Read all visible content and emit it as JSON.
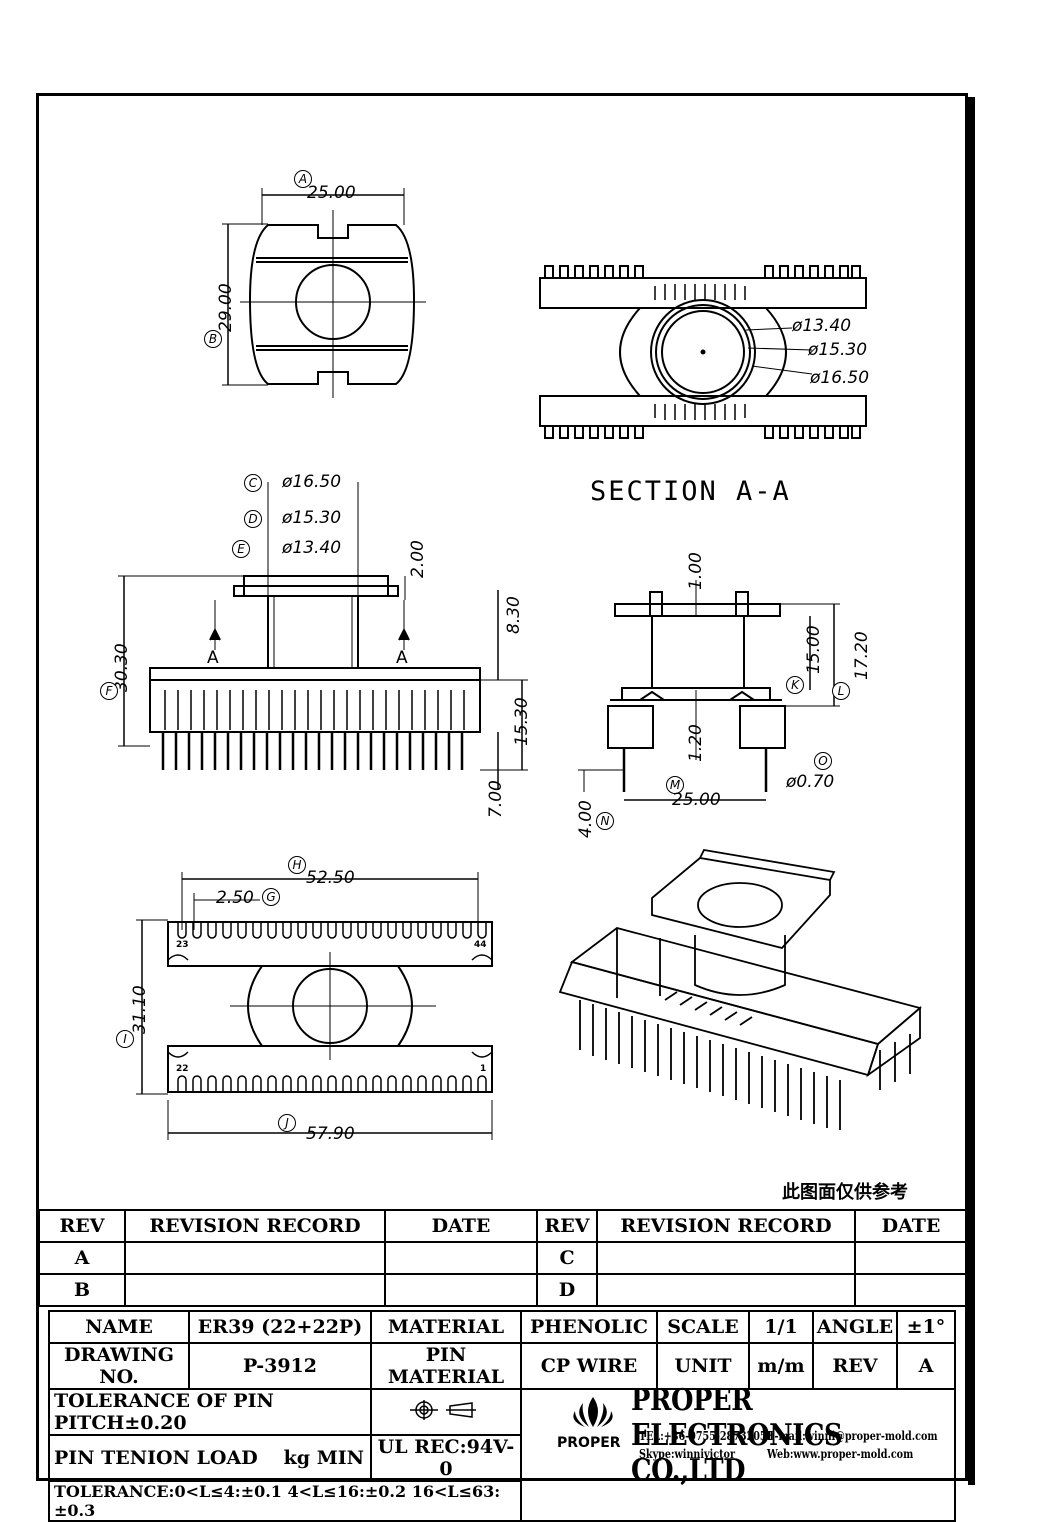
{
  "drawing": {
    "top_view": {
      "width": "25.00",
      "height": "29.00",
      "mark_width": "A",
      "mark_height": "B"
    },
    "section_view": {
      "label": "SECTION A-A",
      "diameters": [
        "ø13.40",
        "ø15.30",
        "ø16.50"
      ]
    },
    "front_view": {
      "dia_c": "ø16.50",
      "dia_d": "ø15.30",
      "dia_e": "ø13.40",
      "mark_c": "C",
      "mark_d": "D",
      "mark_e": "E",
      "flange": "2.00",
      "total_height": "30.30",
      "mark_f": "F",
      "upper": "8.30",
      "lower": "15.30",
      "pin_len": "7.00",
      "section_mark": "A"
    },
    "side_view": {
      "top": "1.00",
      "inner": "15.00",
      "outer": "17.20",
      "mark_k": "K",
      "mark_l": "L",
      "bottom": "1.20",
      "pin_dia": "ø0.70",
      "mark_o": "O",
      "pin_span": "25.00",
      "mark_m": "M",
      "standoff": "4.00",
      "mark_n": "N"
    },
    "bottom_view": {
      "length": "52.50",
      "mark_h": "H",
      "pitch": "2.50",
      "mark_g": "G",
      "height": "31.10",
      "mark_i": "I",
      "overall": "57.90",
      "mark_j": "J",
      "pin_labels": {
        "top_left": "23",
        "top_right": "44",
        "bottom_left": "22",
        "bottom_right": "1"
      }
    }
  },
  "reference_note": "此图面仅供参考",
  "revision_table": {
    "headers": [
      "REV",
      "REVISION RECORD",
      "DATE",
      "REV",
      "REVISION RECORD",
      "DATE"
    ],
    "rows": [
      [
        "A",
        "",
        "",
        "C",
        "",
        ""
      ],
      [
        "B",
        "",
        "",
        "D",
        "",
        ""
      ]
    ]
  },
  "info": {
    "name_label": "NAME",
    "name_value": "ER39 (22+22P)",
    "material_label": "MATERIAL",
    "material_value": "PHENOLIC",
    "scale_label": "SCALE",
    "scale_value": "1/1",
    "angle_label": "ANGLE",
    "angle_value": "±1°",
    "drawing_no_label": "DRAWING NO.",
    "drawing_no_value": "P-3912",
    "pin_material_label": "PIN MATERIAL",
    "pin_material_value": "CP WIRE",
    "unit_label": "UNIT",
    "unit_value": "m/m",
    "rev_label": "REV",
    "rev_value": "A",
    "pitch_tolerance": "TOLERANCE OF PIN PITCH±0.20",
    "pin_load_label": "PIN TENION LOAD",
    "pin_load_unit": "kg MIN",
    "ul_rec": "UL REC:94V-0",
    "tolerance": "TOLERANCE:0<L≤4:±0.1  4<L≤16:±0.2  16<L≤63:±0.3"
  },
  "company": {
    "name": "PROPER ELECTRONICS CO.,LTD",
    "logo_text": "PROPER",
    "tel": "TEL:+86-0755-28732058",
    "email": "E-mail:winni@proper-mold.com",
    "skype": "Skype:winnivictor",
    "web": "Web:www.proper-mold.com"
  }
}
